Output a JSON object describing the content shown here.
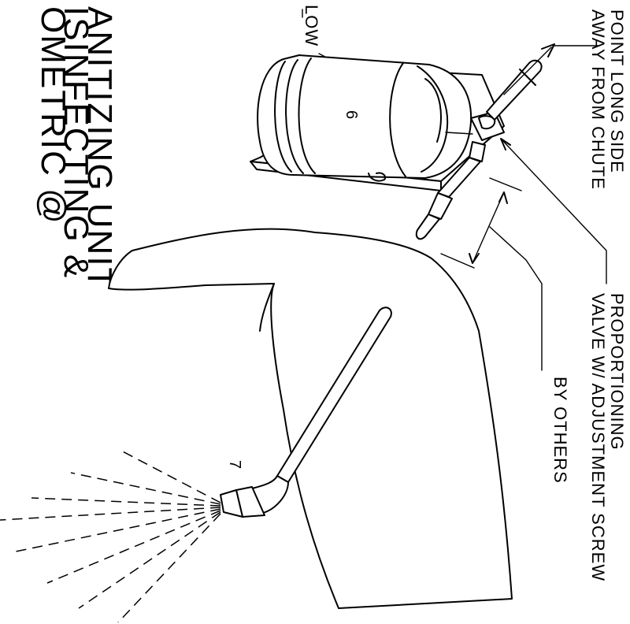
{
  "title": {
    "line1": "OMETRIC @",
    "line2": "ISINFECTING &",
    "line3": "ANITIZING UNIT"
  },
  "callouts": {
    "point_long_side_1": "POINT LONG SIDE",
    "point_long_side_2": "AWAY FROM CHUTE",
    "proportioning_1": "PROPORTIONING",
    "proportioning_2": "VALVE W/ ADJUSTMENT SCREW",
    "by_others": "BY OTHERS",
    "partial_label": "LOW"
  },
  "item_numbers": {
    "tank": "6",
    "nozzle": "7"
  }
}
